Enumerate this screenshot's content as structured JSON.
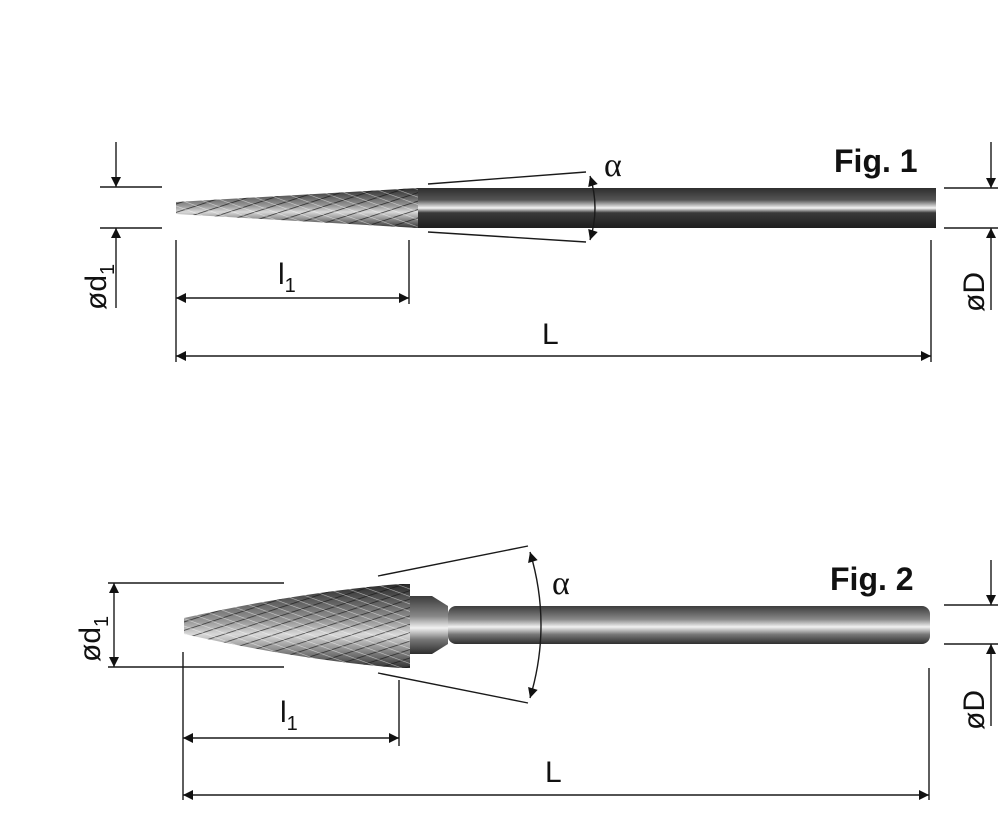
{
  "figures": [
    {
      "title": "Fig. 1",
      "tool_shape": "tapered-cone-pointed-burr",
      "labels": {
        "head_diameter": "ød",
        "head_diameter_sub": "1",
        "head_length": "l",
        "head_length_sub": "1",
        "angle": "α",
        "overall_length": "L",
        "shank_diameter": "øD"
      }
    },
    {
      "title": "Fig. 2",
      "tool_shape": "pointed-cone-burr",
      "labels": {
        "head_diameter": "ød",
        "head_diameter_sub": "1",
        "head_length": "l",
        "head_length_sub": "1",
        "angle": "α",
        "overall_length": "L",
        "shank_diameter": "øD"
      }
    }
  ],
  "colors": {
    "line": "#1a1a1a",
    "steel_dark": "#3a3a3a",
    "steel_mid": "#8a8a8a",
    "steel_light": "#f2f2f2"
  }
}
